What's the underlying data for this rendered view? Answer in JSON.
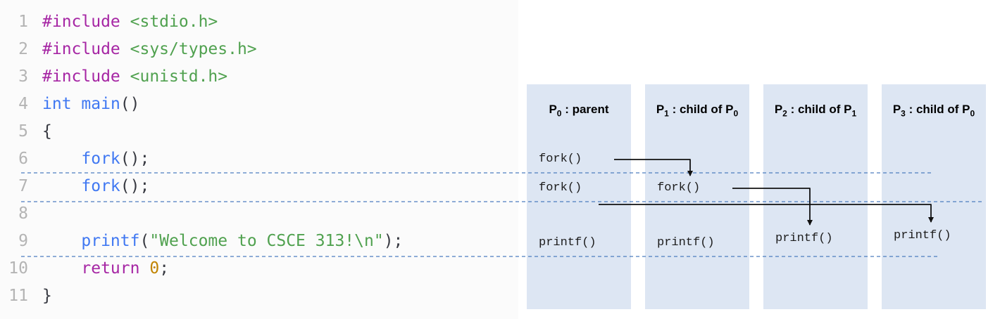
{
  "colors": {
    "code_bg": "#fbfbfb",
    "code_text": "#383a42",
    "line_number": "#b4b4b4",
    "preproc": "#a626a4",
    "keyword": "#a626a4",
    "string": "#50a14f",
    "func": "#4078f2",
    "number": "#c18401",
    "column_bg": "#dde6f3",
    "dashed_line": "#4d7ebf",
    "arrow": "#111111"
  },
  "code": {
    "lines": [
      {
        "num": "1",
        "tokens": [
          {
            "t": "#include",
            "c": "preproc"
          },
          {
            "t": " ",
            "c": "plain"
          },
          {
            "t": "<stdio.h>",
            "c": "string"
          }
        ]
      },
      {
        "num": "2",
        "tokens": [
          {
            "t": "#include",
            "c": "preproc"
          },
          {
            "t": " ",
            "c": "plain"
          },
          {
            "t": "<sys/types.h>",
            "c": "string"
          }
        ]
      },
      {
        "num": "3",
        "tokens": [
          {
            "t": "#include",
            "c": "preproc"
          },
          {
            "t": " ",
            "c": "plain"
          },
          {
            "t": "<unistd.h>",
            "c": "string"
          }
        ]
      },
      {
        "num": "4",
        "tokens": [
          {
            "t": "int",
            "c": "func"
          },
          {
            "t": " ",
            "c": "plain"
          },
          {
            "t": "main",
            "c": "func"
          },
          {
            "t": "()",
            "c": "plain"
          }
        ]
      },
      {
        "num": "5",
        "tokens": [
          {
            "t": "{",
            "c": "plain"
          }
        ]
      },
      {
        "num": "6",
        "tokens": [
          {
            "t": "    ",
            "c": "plain"
          },
          {
            "t": "fork",
            "c": "func"
          },
          {
            "t": "();",
            "c": "plain"
          }
        ]
      },
      {
        "num": "7",
        "tokens": [
          {
            "t": "    ",
            "c": "plain"
          },
          {
            "t": "fork",
            "c": "func"
          },
          {
            "t": "();",
            "c": "plain"
          }
        ]
      },
      {
        "num": "8",
        "tokens": []
      },
      {
        "num": "9",
        "tokens": [
          {
            "t": "    ",
            "c": "plain"
          },
          {
            "t": "printf",
            "c": "func"
          },
          {
            "t": "(",
            "c": "plain"
          },
          {
            "t": "\"Welcome to CSCE 313!\\n\"",
            "c": "string"
          },
          {
            "t": ");",
            "c": "plain"
          }
        ]
      },
      {
        "num": "10",
        "tokens": [
          {
            "t": "    ",
            "c": "plain"
          },
          {
            "t": "return",
            "c": "keyword"
          },
          {
            "t": " ",
            "c": "plain"
          },
          {
            "t": "0",
            "c": "number"
          },
          {
            "t": ";",
            "c": "plain"
          }
        ]
      },
      {
        "num": "11",
        "tokens": [
          {
            "t": "}",
            "c": "plain"
          }
        ]
      }
    ]
  },
  "diagram": {
    "columns": [
      {
        "id": "p0",
        "header": {
          "base": "P",
          "sub": "0",
          "mid": " : parent",
          "sub2": ""
        },
        "events": [
          {
            "label": "fork()",
            "row": "fork1"
          },
          {
            "label": "fork()",
            "row": "fork2"
          },
          {
            "label": "printf()",
            "row": "printA"
          }
        ]
      },
      {
        "id": "p1",
        "header": {
          "base": "P",
          "sub": "1",
          "mid": " : child of P",
          "sub2": "0"
        },
        "events": [
          {
            "label": "fork()",
            "row": "fork2"
          },
          {
            "label": "printf()",
            "row": "printA"
          }
        ]
      },
      {
        "id": "p2",
        "header": {
          "base": "P",
          "sub": "2",
          "mid": " : child of P",
          "sub2": "1"
        },
        "events": [
          {
            "label": "printf()",
            "row": "printB"
          }
        ]
      },
      {
        "id": "p3",
        "header": {
          "base": "P",
          "sub": "3",
          "mid": " : child of P",
          "sub2": "0"
        },
        "events": [
          {
            "label": "printf()",
            "row": "printC"
          }
        ]
      }
    ]
  }
}
